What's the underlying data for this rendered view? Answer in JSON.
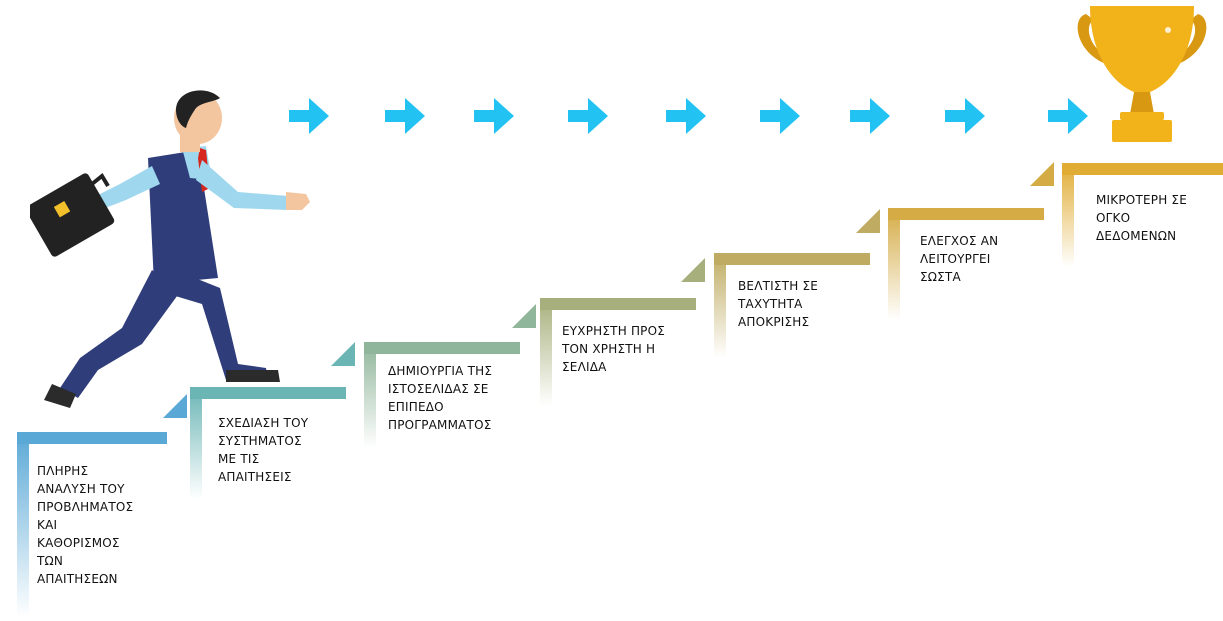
{
  "steps": [
    {
      "text": "ΠΛΗΡΗΣ\nΑΝΑΛΥΣΗ ΤΟΥ\nΠΡΟΒΛΗΜΑΤΟΣ\nΚΑΙ\nΚΑΘΟΡΙΣΜΟΣ\nΤΩΝ\nΑΠΑΙΤΗΣΕΩΝ",
      "color": "#5aa8d6"
    },
    {
      "text": "ΣΧΕΔΙΑΣΗ ΤΟΥ\nΣΥΣΤΗΜΑΤΟΣ\nΜΕ ΤΙΣ\nΑΠΑΙΤΗΣΕΙΣ",
      "color": "#6bb5b5"
    },
    {
      "text": "ΔΗΜΙΟΥΡΓΙΑ ΤΗΣ\nΙΣΤΟΣΕΛΙΔΑΣ ΣΕ\nΕΠΙΠΕΔΟ\nΠΡΟΓΡΑΜΜΑΤΟΣ",
      "color": "#8fb59a"
    },
    {
      "text": "ΕΥΧΡΗΣΤΗ ΠΡΟΣ\nΤΟΝ ΧΡΗΣΤΗ Η\nΣΕΛΙΔΑ",
      "color": "#a7b07c"
    },
    {
      "text": "ΒΕΛΤΙΣΤΗ ΣΕ\nΤΑΧΥΤΗΤΑ\nΑΠΟΚΡΙΣΗΣ",
      "color": "#bfac62"
    },
    {
      "text": "ΕΛΕΓΧΟΣ ΑΝ\nΛΕΙΤΟΥΡΓΕΙ\nΣΩΣΤΑ",
      "color": "#d4ab45"
    },
    {
      "text": "ΜΙΚΡΟΤΕΡΗ ΣΕ\nΟΓΚΟ\nΔΕΔΟΜΕΝΩΝ",
      "color": "#e0ac33"
    }
  ],
  "colors": {
    "arrow": "#22c3f2",
    "trophy": "#f1b21a",
    "trophy_dark": "#d99812",
    "suit": "#2f3d7a",
    "shirt": "#9fd8ee",
    "skin": "#f3c6a0",
    "tie": "#d7261e",
    "briefcase": "#222222"
  },
  "icons": {
    "person": "businessman-running-icon",
    "trophy": "trophy-icon",
    "arrow": "right-arrow-icon",
    "briefcase": "briefcase-icon"
  }
}
